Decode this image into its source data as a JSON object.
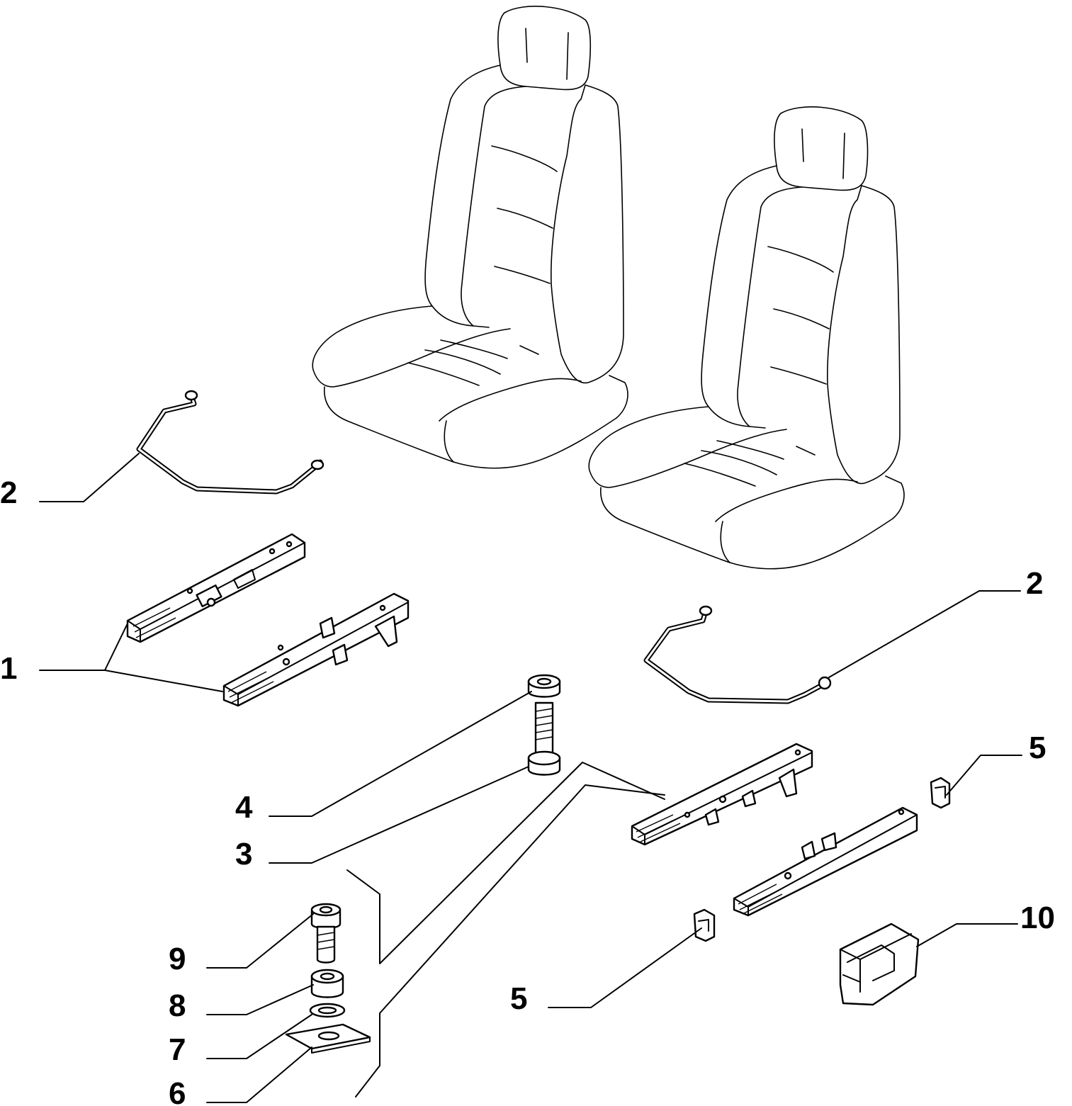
{
  "callouts": [
    {
      "id": "c2-left",
      "label": "2"
    },
    {
      "id": "c1",
      "label": "1"
    },
    {
      "id": "c2-right",
      "label": "2"
    },
    {
      "id": "c4",
      "label": "4"
    },
    {
      "id": "c3",
      "label": "3"
    },
    {
      "id": "c5-top",
      "label": "5"
    },
    {
      "id": "c5-bottom",
      "label": "5"
    },
    {
      "id": "c10",
      "label": "10"
    },
    {
      "id": "c9",
      "label": "9"
    },
    {
      "id": "c8",
      "label": "8"
    },
    {
      "id": "c7",
      "label": "7"
    },
    {
      "id": "c6",
      "label": "6"
    }
  ]
}
